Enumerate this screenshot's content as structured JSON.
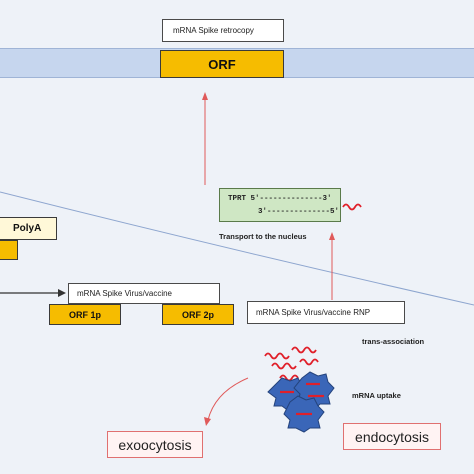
{
  "top": {
    "retrocopy_label": "mRNA Spike retrocopy",
    "orf_label": "ORF"
  },
  "middle": {
    "polya_label": "PolyA",
    "tprt_line1": "TPRT 5'--------------3'",
    "tprt_line2": "3'--------------5'",
    "transport_label": "Transport to the nucleus"
  },
  "lower": {
    "mrna_virus_label": "mRNA Spike Virus/vaccine",
    "orf1p_label": "ORF 1p",
    "orf2p_label": "ORF 2p",
    "rnp_label": "mRNA Spike Virus/vaccine RNP",
    "trans_association_label": "trans-association",
    "mrna_uptake_label": "mRNA uptake",
    "exocytosis_label": "exoocytosis",
    "endocytosis_label": "endocytosis"
  },
  "colors": {
    "orf_fill": "#f6bc00",
    "arrow_red": "#e05a5a",
    "membrane_band": "#c6d6ee",
    "tprt_fill": "#cfe7c4",
    "particle_blue": "#3a66b8",
    "rna_squiggle": "#e0202a"
  }
}
